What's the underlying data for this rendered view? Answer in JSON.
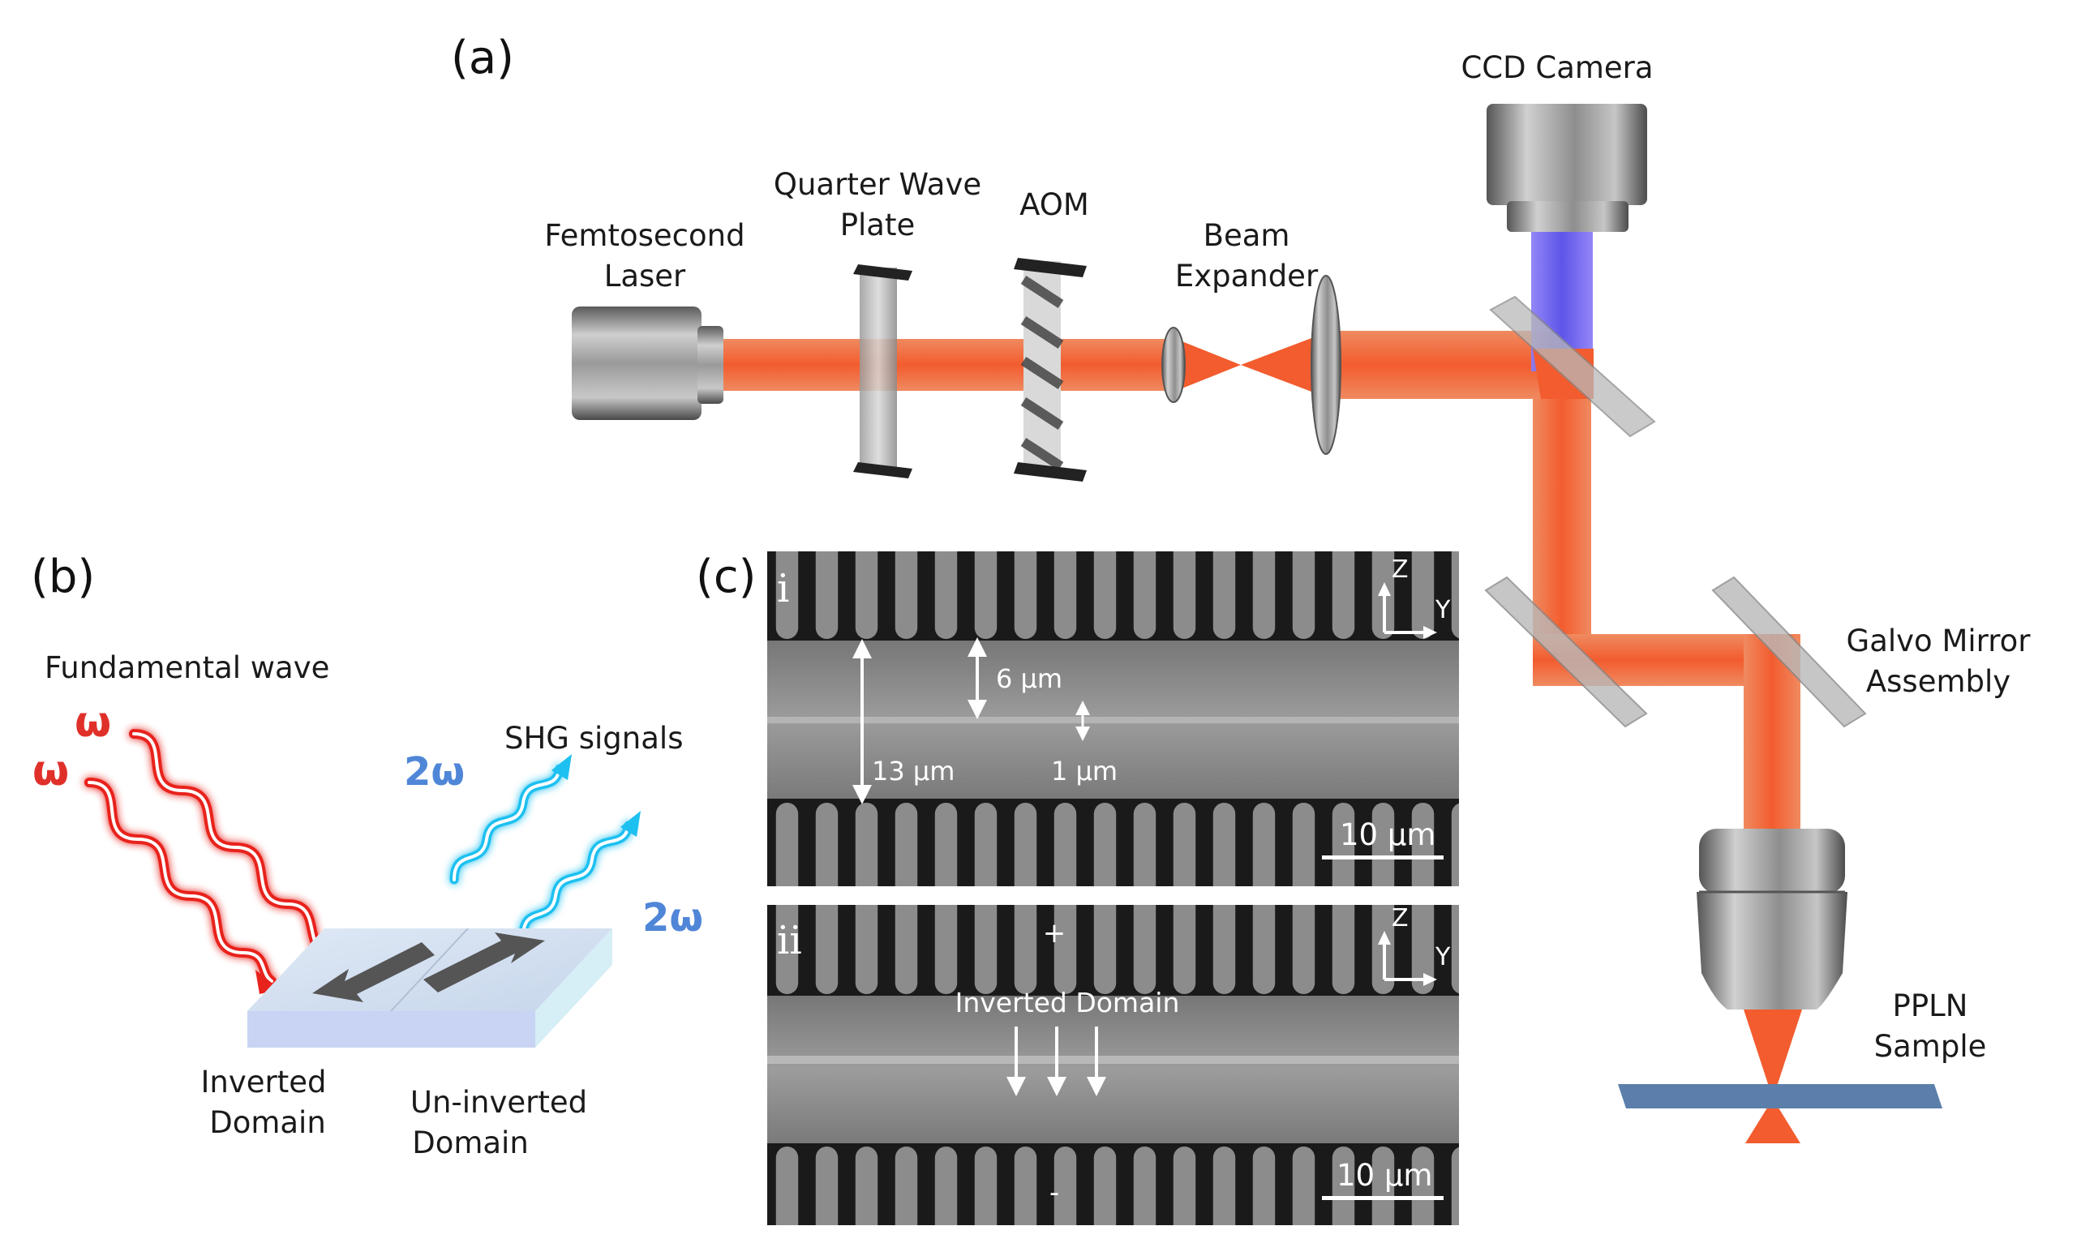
{
  "panels": {
    "a": "(a)",
    "b": "(b)",
    "c": "(c)",
    "ci": "i",
    "cii": "ii"
  },
  "setup": {
    "laser": [
      "Femtosecond",
      "Laser"
    ],
    "qwp": [
      "Quarter Wave",
      "Plate"
    ],
    "aom": "AOM",
    "expander": [
      "Beam",
      "Expander"
    ],
    "camera": "CCD Camera",
    "galvo": [
      "Galvo Mirror",
      "Assembly"
    ],
    "sample": [
      "PPLN",
      "Sample"
    ]
  },
  "schematic": {
    "fundamental": "Fundamental wave",
    "omega": "ω",
    "shg": "SHG signals",
    "two_omega": "2ω",
    "inverted": [
      "Inverted",
      "Domain"
    ],
    "uninverted": [
      "Un-inverted",
      "Domain"
    ]
  },
  "image_i": {
    "axis_z": "Z",
    "axis_y": "Y",
    "dim_6": "6 µm",
    "dim_13": "13 µm",
    "dim_1": "1 µm",
    "scale": "10 µm"
  },
  "image_ii": {
    "axis_z": "Z",
    "axis_y": "Y",
    "plus": "+",
    "minus": "-",
    "inverted_label": "Inverted Domain",
    "scale": "10 µm"
  },
  "colors": {
    "beam": "#f26a3c",
    "blue_beam": "#6a5cf0",
    "red_wave": "#e8221c",
    "cyan_wave": "#1ec0f0",
    "omega_red": "#e0302a",
    "omega_blue": "#4f86d8",
    "sample_blue": "#5b7faa"
  }
}
